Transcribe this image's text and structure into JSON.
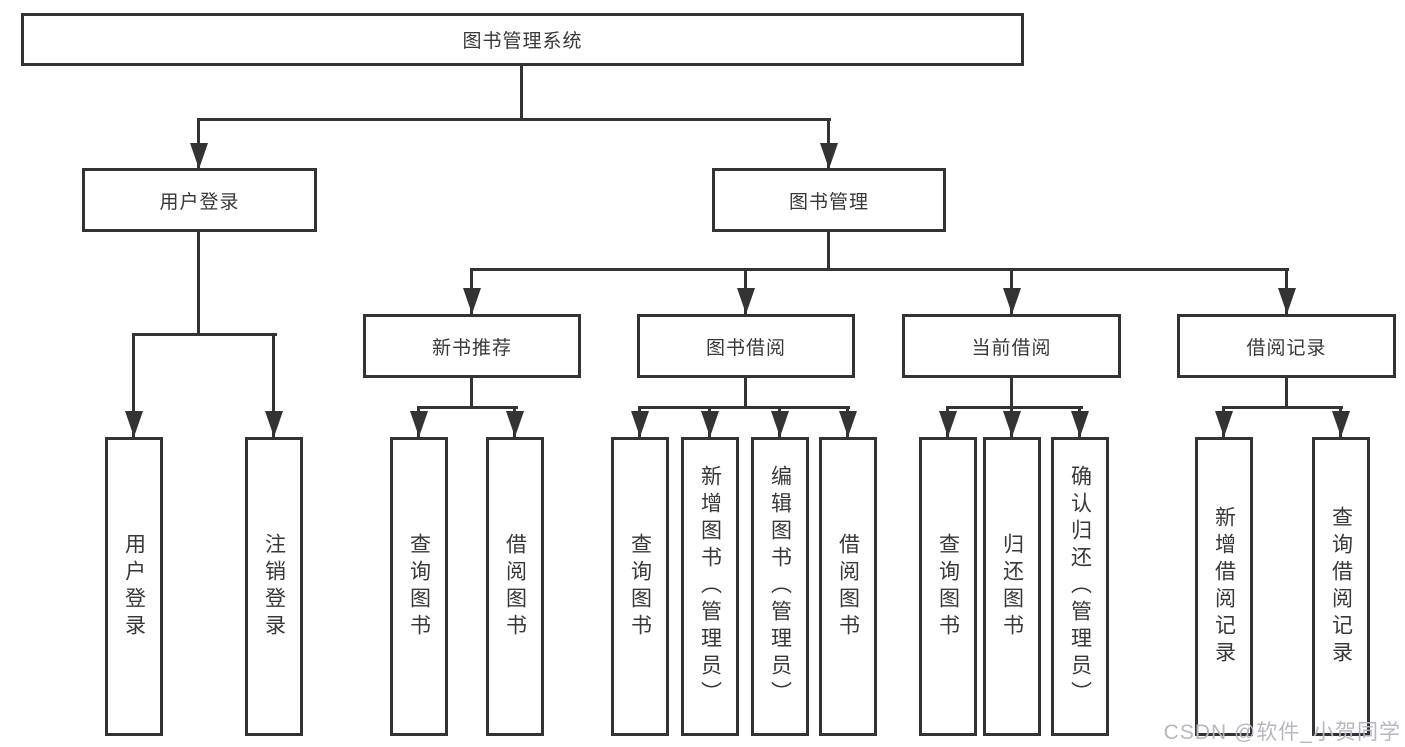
{
  "diagram_title": "图书管理系统",
  "nodes": {
    "root": "图书管理系统",
    "user_login": "用户登录",
    "book_mgmt": "图书管理",
    "new_book_rec": "新书推荐",
    "book_borrow": "图书借阅",
    "current_borrow": "当前借阅",
    "borrow_records": "借阅记录",
    "login": "用户登录",
    "logout": "注销登录",
    "rec_query_book": "查询图书",
    "rec_borrow_book": "借阅图书",
    "bb_query_book": "查询图书",
    "bb_add_book": "新增图书（管理员）",
    "bb_edit_book": "编辑图书（管理员）",
    "bb_borrow_book": "借阅图书",
    "cb_query_book": "查询图书",
    "cb_return_book": "归还图书",
    "cb_confirm_return": "确认归还（管理员）",
    "br_add_record": "新增借阅记录",
    "br_query_record": "查询借阅记录"
  },
  "edges": [
    [
      "图书管理系统",
      "用户登录"
    ],
    [
      "图书管理系统",
      "图书管理"
    ],
    [
      "用户登录",
      "用户登录(叶)"
    ],
    [
      "用户登录",
      "注销登录"
    ],
    [
      "图书管理",
      "新书推荐"
    ],
    [
      "图书管理",
      "图书借阅"
    ],
    [
      "图书管理",
      "当前借阅"
    ],
    [
      "图书管理",
      "借阅记录"
    ],
    [
      "新书推荐",
      "查询图书"
    ],
    [
      "新书推荐",
      "借阅图书"
    ],
    [
      "图书借阅",
      "查询图书"
    ],
    [
      "图书借阅",
      "新增图书（管理员）"
    ],
    [
      "图书借阅",
      "编辑图书（管理员）"
    ],
    [
      "图书借阅",
      "借阅图书"
    ],
    [
      "当前借阅",
      "查询图书"
    ],
    [
      "当前借阅",
      "归还图书"
    ],
    [
      "当前借阅",
      "确认归还（管理员）"
    ],
    [
      "借阅记录",
      "新增借阅记录"
    ],
    [
      "借阅记录",
      "查询借阅记录"
    ]
  ],
  "watermark": "CSDN @软件_小贺同学",
  "colors": {
    "line": "#333333",
    "text": "#383838",
    "watermark": "#b8b6c2",
    "background": "#ffffff"
  }
}
